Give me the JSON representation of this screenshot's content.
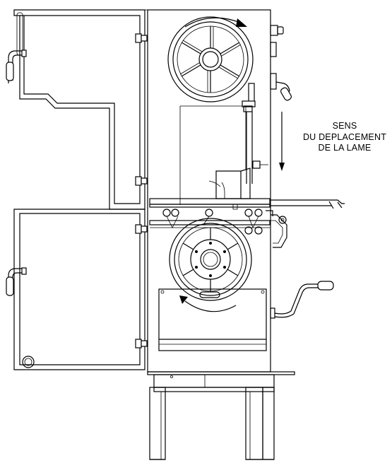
{
  "caption": {
    "line1": "SENS",
    "line2": "DU DEPLACEMENT",
    "line3": "DE LA LAME"
  },
  "colors": {
    "stroke": "#000000",
    "background": "#ffffff"
  }
}
